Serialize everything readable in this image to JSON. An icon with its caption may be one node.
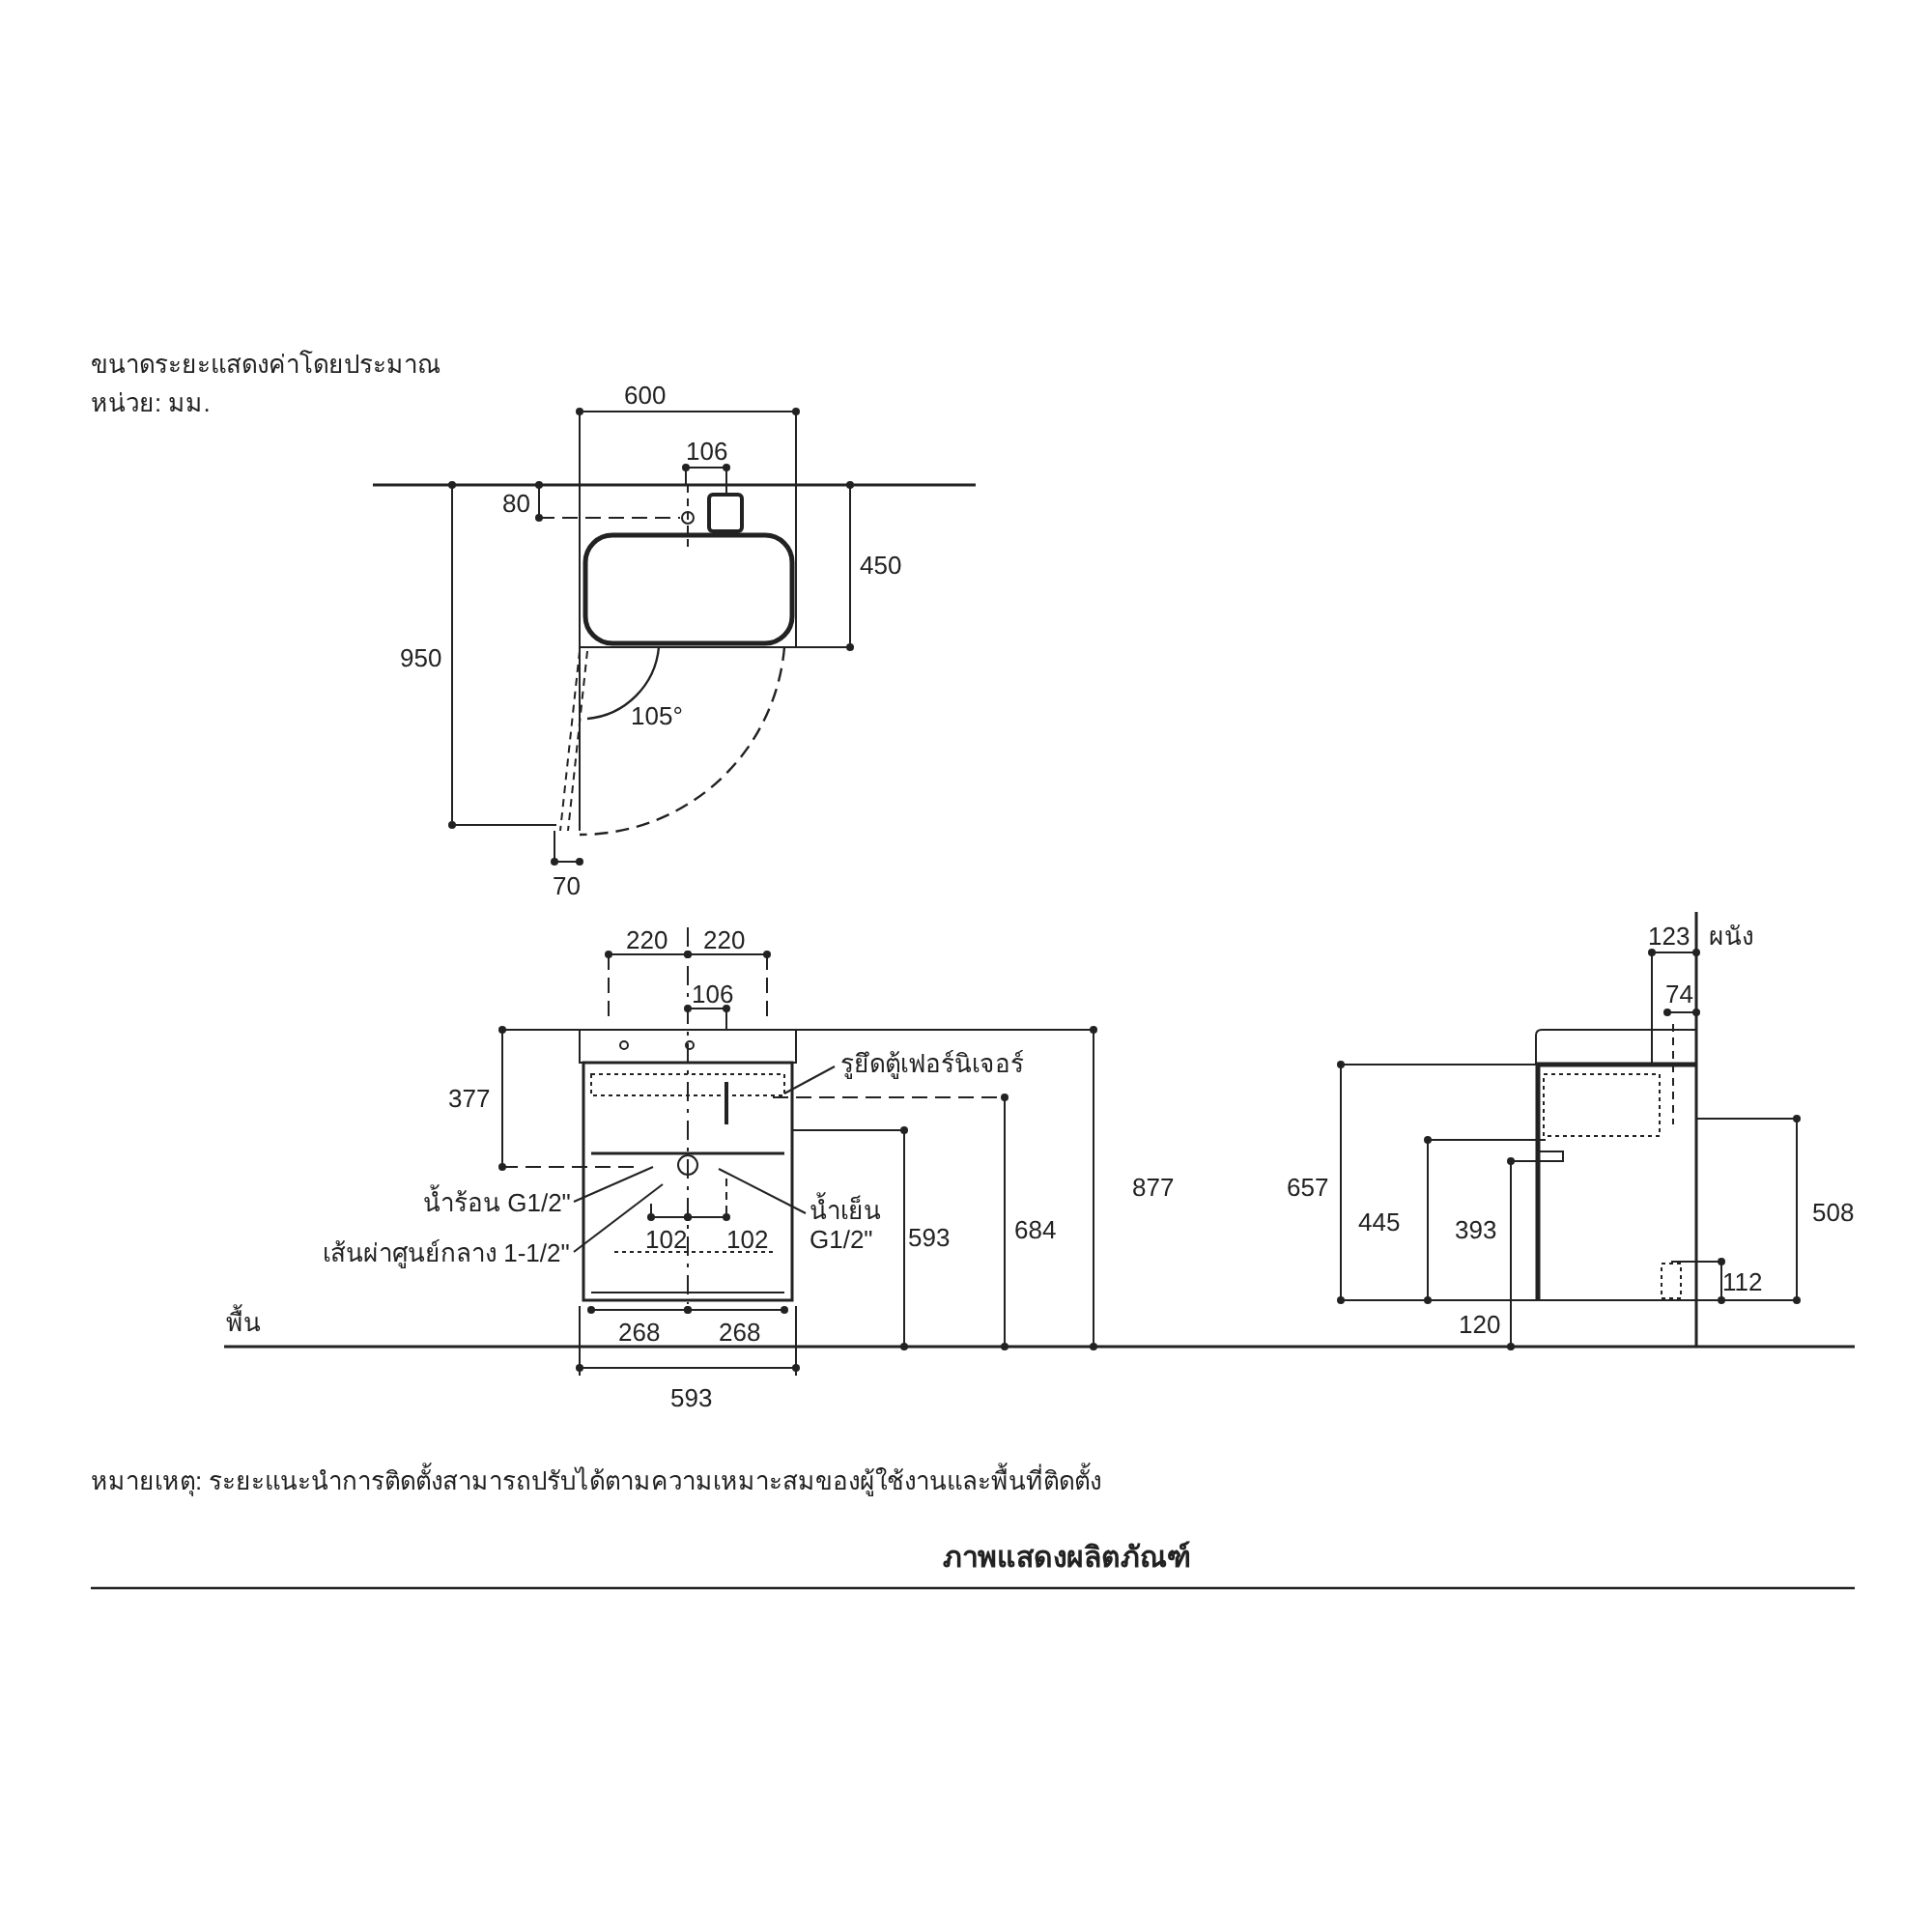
{
  "diagram": {
    "caption": "ภาพแสดงผลิตภัณฑ์",
    "nodes": [
      {
        "text": [
          "รูยึดตู้เฟอร์นิเจอร์"
        ]
      },
      {
        "text": [
          "น้ำร้อน G1/2\""
        ]
      },
      {
        "text": [
          "เส้นผ่าศูนย์กลาง 1-1/2\""
        ]
      },
      {
        "text": [
          "น้ำเย็น G1/2\""
        ]
      }
    ],
    "edges": [
      {
        "from": 0,
        "to": null,
        "arrow": "none"
      },
      {
        "from": 1,
        "to": null,
        "arrow": "none"
      },
      {
        "from": 2,
        "to": null,
        "arrow": "none"
      },
      {
        "from": 3,
        "to": null,
        "arrow": "none"
      }
    ],
    "labels": [
      "ขนาดระยะแสดงค่าโดยประมาณ",
      "หน่วย: มม.",
      "600",
      "106",
      "80",
      "450",
      "950",
      "105°",
      "70",
      "220",
      "220",
      "106",
      "123",
      "ผนัง",
      "74",
      "377",
      "877",
      "684",
      "657",
      "593",
      "445",
      "393",
      "508",
      "102",
      "102",
      "112",
      "พื้น",
      "120",
      "268",
      "268",
      "593",
      "หมายเหตุ: ระยะแนะนำการติดตั้งสามารถปรับได้ตามความเหมาะสมของผู้ใช้งานและพื้นที่ติดตั้ง"
    ]
  }
}
